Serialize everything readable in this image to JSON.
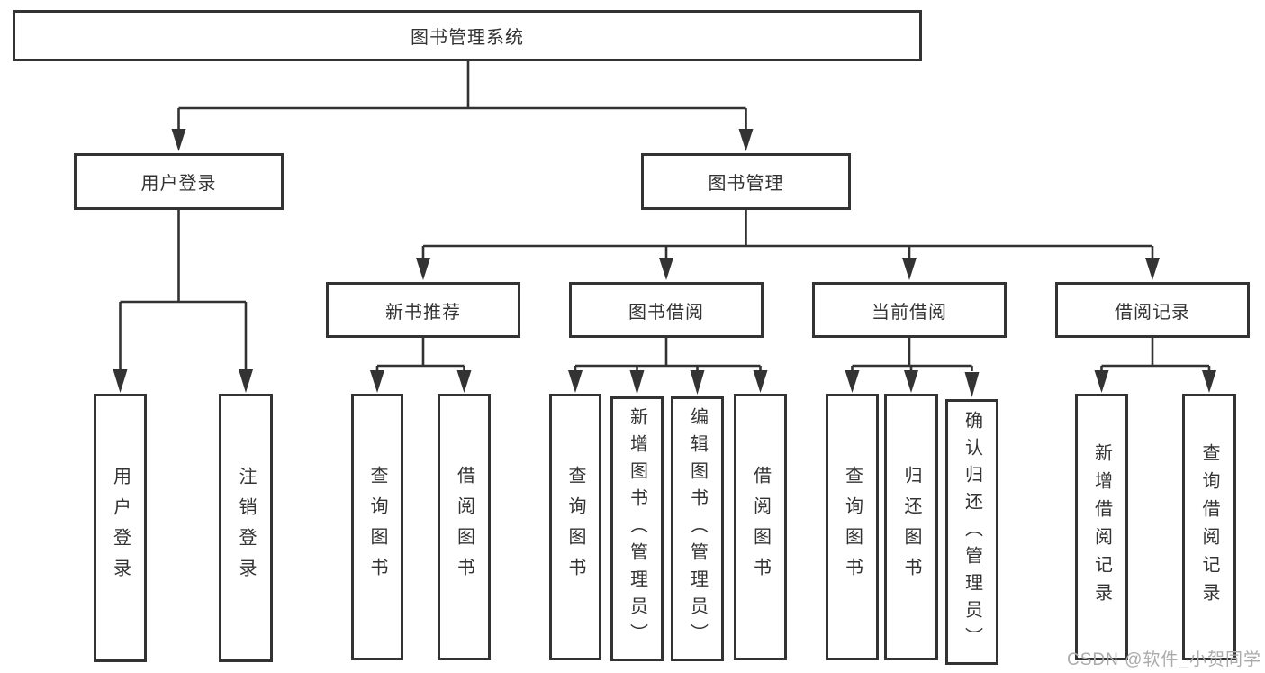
{
  "diagram": {
    "root": {
      "label": "图书管理系统"
    },
    "level2": [
      {
        "label": "用户登录"
      },
      {
        "label": "图书管理"
      }
    ],
    "level3": [
      {
        "label": "新书推荐"
      },
      {
        "label": "图书借阅"
      },
      {
        "label": "当前借阅"
      },
      {
        "label": "借阅记录"
      }
    ],
    "leaves": {
      "user_login": [
        {
          "label": "用户登录"
        },
        {
          "label": "注销登录"
        }
      ],
      "new_book_recommend": [
        {
          "label": "查询图书"
        },
        {
          "label": "借阅图书"
        }
      ],
      "book_borrowing": [
        {
          "label": "查询图书"
        },
        {
          "label": "新增图书（管理员）"
        },
        {
          "label": "编辑图书（管理员）"
        },
        {
          "label": "借阅图书"
        }
      ],
      "current_borrowing": [
        {
          "label": "查询图书"
        },
        {
          "label": "归还图书"
        },
        {
          "label": "确认归还（管理员）"
        }
      ],
      "borrowing_records": [
        {
          "label": "新增借阅记录"
        },
        {
          "label": "查询借阅记录"
        }
      ]
    }
  },
  "watermark": {
    "text": "CSDN @软件_小贺同学"
  },
  "colors": {
    "line": "#333333",
    "box_fill": "#ffffff",
    "text": "#333333",
    "watermark": "#ababab"
  }
}
